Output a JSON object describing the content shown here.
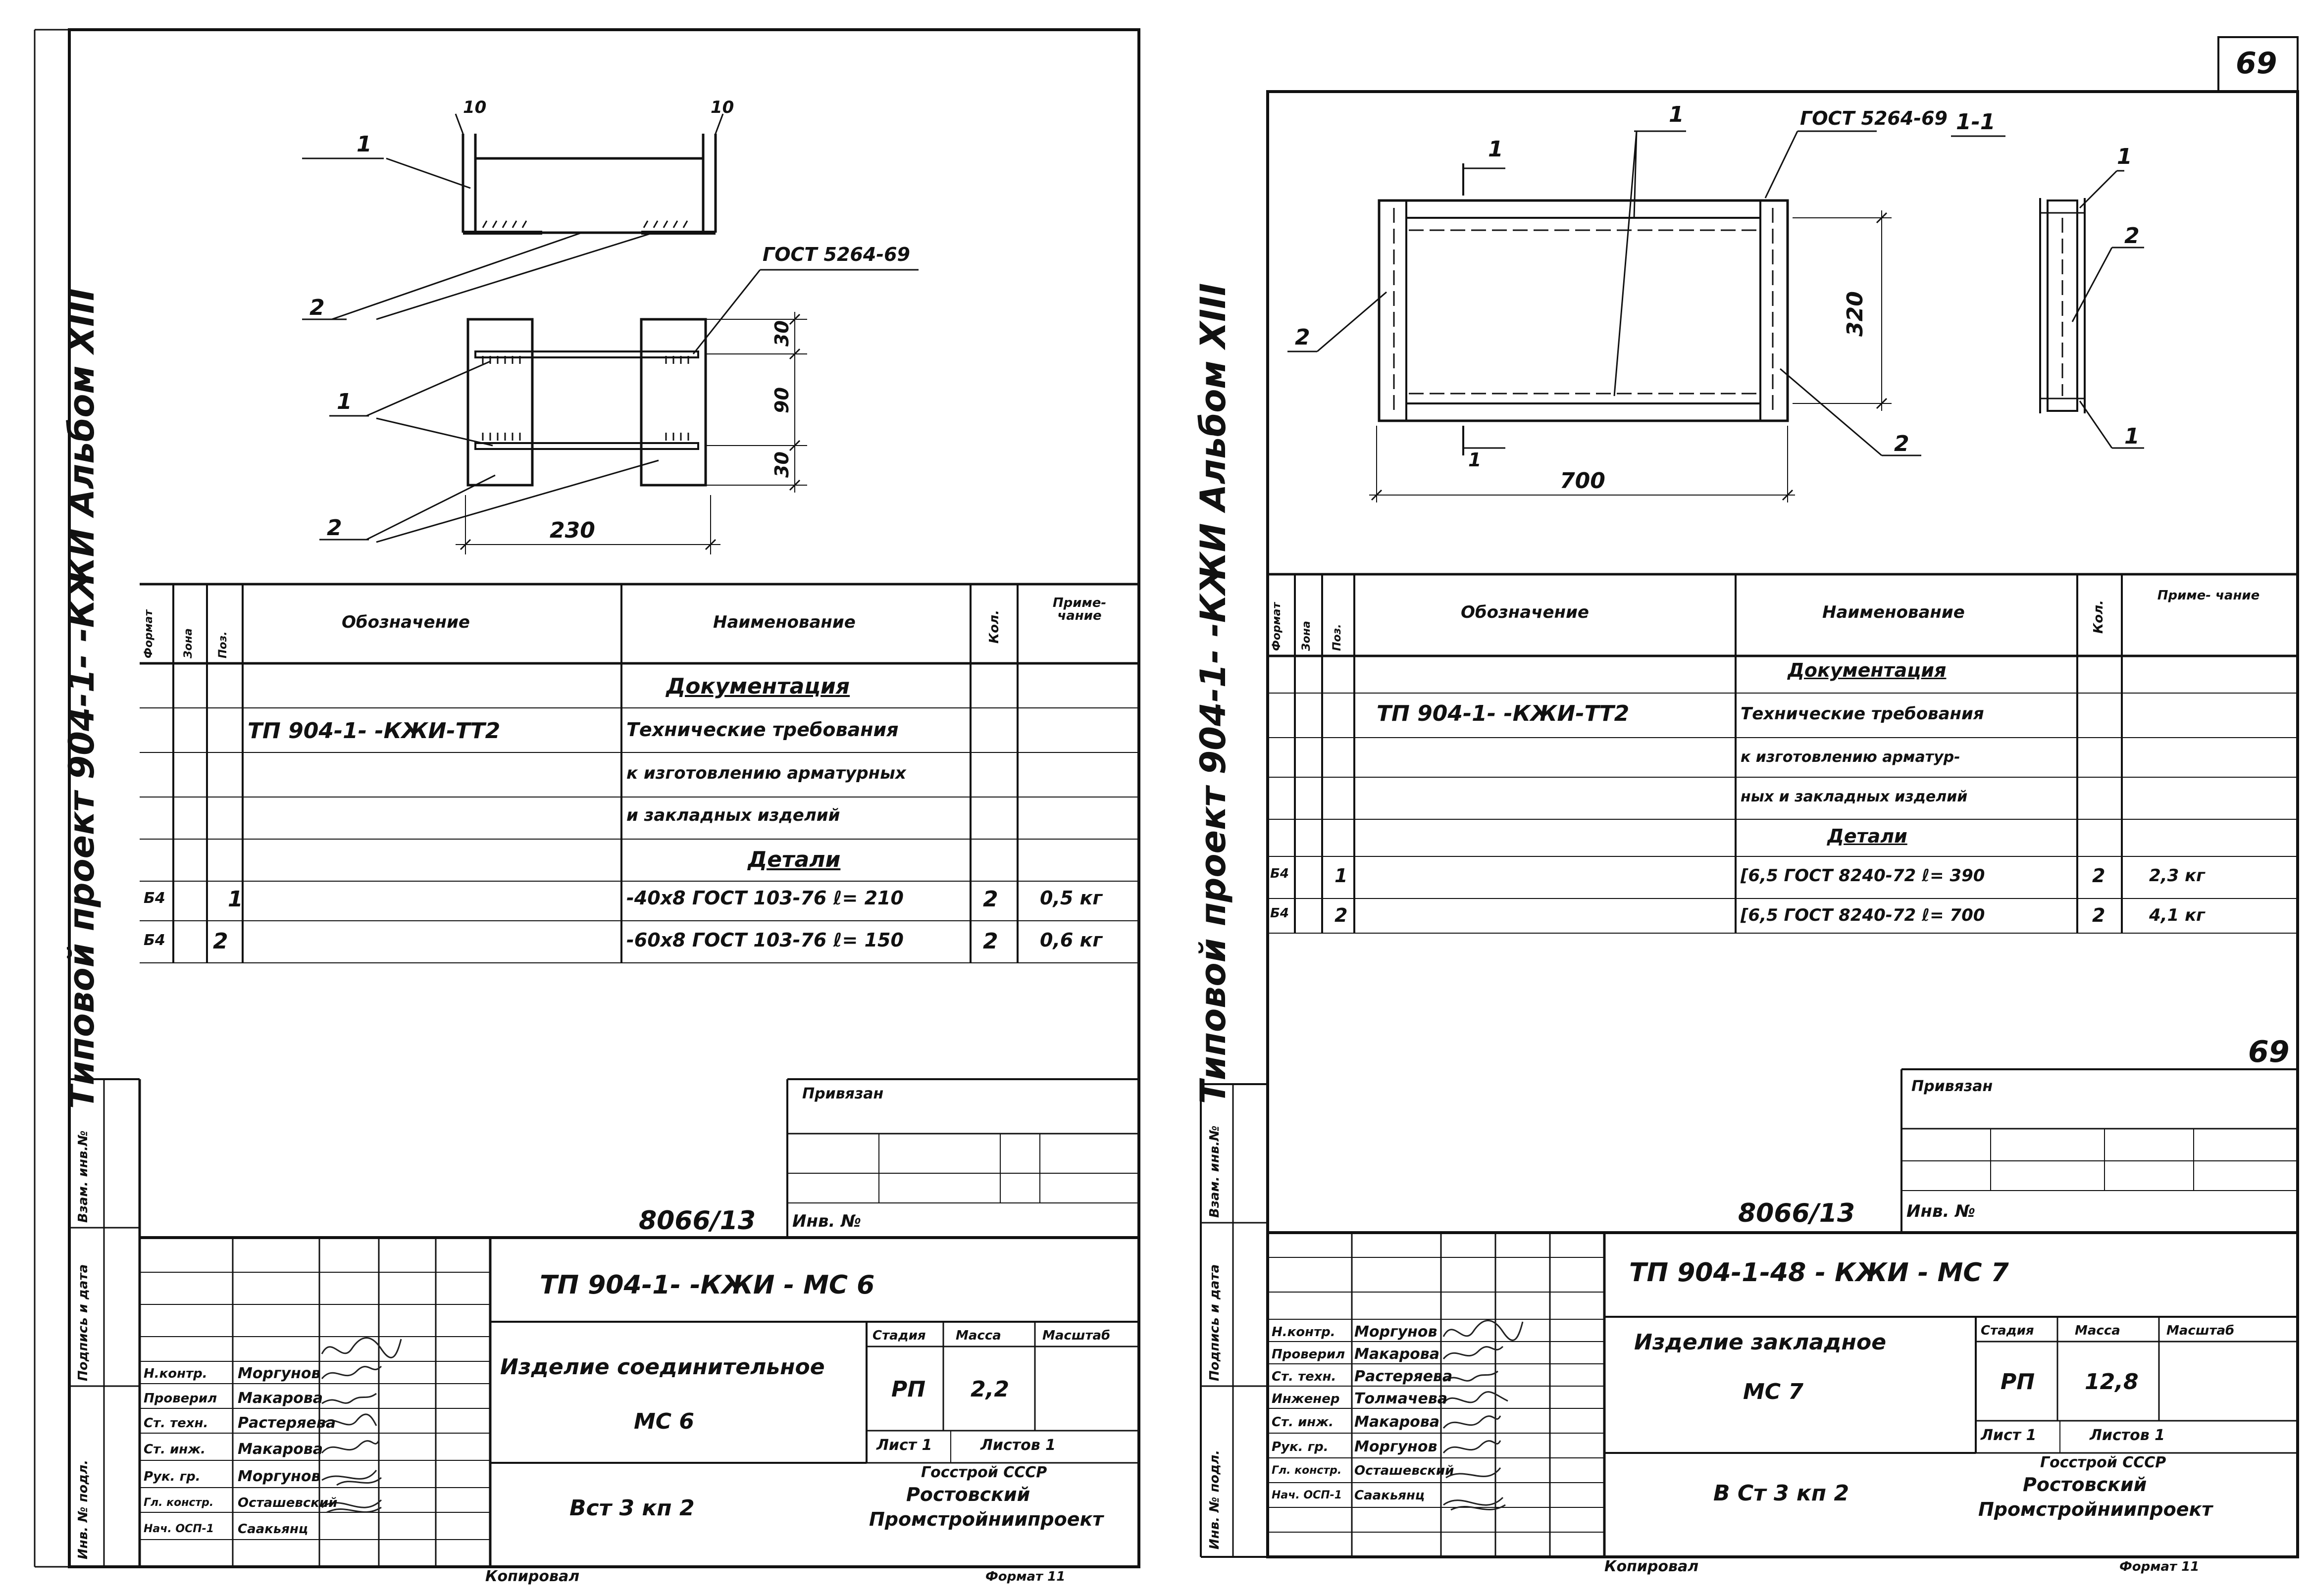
{
  "page_number": "69",
  "left": {
    "side_title": "Типовой проект 904-1- -КЖИ Альбом XIII",
    "drawing": {
      "dim_top_left": "10",
      "dim_top_right": "10",
      "gost_label": "ГОСТ 5264-69",
      "pos1": "1",
      "pos2": "2",
      "pos1b": "1",
      "pos2b": "2",
      "dim_30a": "30",
      "dim_90": "90",
      "dim_30b": "30",
      "dim_230": "230"
    },
    "spec": {
      "headers": {
        "format": "Формат",
        "zone": "Зона",
        "pos": "Поз.",
        "designation": "Обозначение",
        "name": "Наименование",
        "qty": "Кол.",
        "note": "Приме- чание"
      },
      "section_docs": "Документация",
      "doc_designation": "ТП 904-1- -КЖИ-ТТ2",
      "doc_line1": "Технические требования",
      "doc_line2": "к изготовлению арматурных",
      "doc_line3": "и закладных изделий",
      "section_parts": "Детали",
      "rows": [
        {
          "format": "Б4",
          "pos": "1",
          "name": "-40х8 ГОСТ 103-76 ℓ= 210",
          "qty": "2",
          "note": "0,5 кг"
        },
        {
          "format": "Б4",
          "pos": "2",
          "name": "-60х8 ГОСТ 103-76 ℓ= 150",
          "qty": "2",
          "note": "0,6 кг"
        }
      ]
    },
    "side_stamps": {
      "inv_podl": "Инв. № подл.",
      "podpis": "Подпись и дата",
      "vzam": "Взам. инв.№"
    },
    "privyazan": "Привязан",
    "inv_no": "Инв. №",
    "code": "8066/13",
    "title_block": {
      "doc_code": "ТП 904-1- -КЖИ - МС 6",
      "item_name": "Изделие соединительное",
      "item_mark": "МС 6",
      "stage_label": "Стадия",
      "mass_label": "Масса",
      "scale_label": "Масштаб",
      "stage": "РП",
      "mass": "2,2",
      "sheet": "Лист 1",
      "sheets": "Листов 1",
      "material": "Вст 3 кп 2",
      "org1": "Госстрой СССР",
      "org2": "Ростовский",
      "org3": "Промстройниипроект",
      "staff": [
        {
          "role": "Н.контр.",
          "name": "Моргунов"
        },
        {
          "role": "Проверил",
          "name": "Макарова"
        },
        {
          "role": "Ст. техн.",
          "name": "Растеряева"
        },
        {
          "role": "Ст. инж.",
          "name": "Макарова"
        },
        {
          "role": "Рук. гр.",
          "name": "Моргунов"
        },
        {
          "role": "Гл. констр.",
          "name": "Осташевский"
        },
        {
          "role": "Нач. ОСП-1",
          "name": "Саакьянц"
        }
      ]
    },
    "kopiroval": "Копировал",
    "format": "Формат 11"
  },
  "right": {
    "side_title": "Типовой проект 904-1- -КЖИ Альбом XIII",
    "drawing": {
      "pos1_top": "1",
      "gost_label": "ГОСТ 5264-69",
      "section_label": "1-1",
      "cut1_top": "1",
      "cut1_bot": "1",
      "pos2_left": "2",
      "pos2_right": "2",
      "dim_320": "320",
      "dim_700": "700",
      "sec_pos1_top": "1",
      "sec_pos2": "2",
      "sec_pos1_bot": "1"
    },
    "spec": {
      "headers": {
        "format": "Формат",
        "zone": "Зона",
        "pos": "Поз.",
        "designation": "Обозначение",
        "name": "Наименование",
        "qty": "Кол.",
        "note": "Приме- чание"
      },
      "section_docs": "Документация",
      "doc_designation": "ТП 904-1- -КЖИ-ТТ2",
      "doc_line1": "Технические требования",
      "doc_line2": "к изготовлению арматур-",
      "doc_line3": "ных и закладных изделий",
      "section_parts": "Детали",
      "rows": [
        {
          "format": "Б4",
          "pos": "1",
          "name": "[6,5 ГОСТ 8240-72 ℓ= 390",
          "qty": "2",
          "note": "2,3 кг"
        },
        {
          "format": "Б4",
          "pos": "2",
          "name": "[6,5 ГОСТ 8240-72 ℓ= 700",
          "qty": "2",
          "note": "4,1 кг"
        }
      ]
    },
    "side_stamps": {
      "inv_podl": "Инв. № подл.",
      "podpis": "Подпись и дата",
      "vzam": "Взам. инв.№"
    },
    "page_mark": "69",
    "privyazan": "Привязан",
    "inv_no": "Инв. №",
    "code": "8066/13",
    "title_block": {
      "doc_code": "ТП 904-1-48 - КЖИ - МС 7",
      "item_name": "Изделие закладное",
      "item_mark": "МС 7",
      "stage_label": "Стадия",
      "mass_label": "Масса",
      "scale_label": "Масштаб",
      "stage": "РП",
      "mass": "12,8",
      "sheet": "Лист 1",
      "sheets": "Листов 1",
      "material": "В Ст 3 кп 2",
      "org1": "Госстрой СССР",
      "org2": "Ростовский",
      "org3": "Промстройниипроект",
      "staff": [
        {
          "role": "Н.контр.",
          "name": "Моргунов"
        },
        {
          "role": "Проверил",
          "name": "Макарова"
        },
        {
          "role": "Ст. техн.",
          "name": "Растеряева"
        },
        {
          "role": "Инженер",
          "name": "Толмачева"
        },
        {
          "role": "Ст. инж.",
          "name": "Макарова"
        },
        {
          "role": "Рук. гр.",
          "name": "Моргунов"
        },
        {
          "role": "Гл. констр.",
          "name": "Осташевский"
        },
        {
          "role": "Нач. ОСП-1",
          "name": "Саакьянц"
        }
      ]
    },
    "kopiroval": "Копировал",
    "format": "Формат 11"
  }
}
